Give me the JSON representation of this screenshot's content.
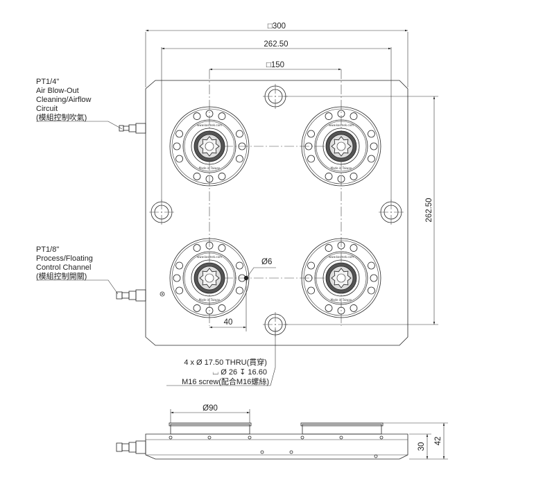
{
  "dimensions": {
    "overall_square": "□300",
    "bolt_spacing": "262.50",
    "module_spacing": "□150",
    "vertical_spacing": "262.50",
    "pin_diameter": "Ø6",
    "pin_offset": "40",
    "flange_diameter": "Ø90",
    "height_body": "30",
    "height_total": "42"
  },
  "callouts": {
    "air_blow": {
      "line1": "PT1/4\"",
      "line2": "Air Blow-Out",
      "line3": "Cleaning/Airflow",
      "line4": "Circuit",
      "line5": "(模組控制吹氣)"
    },
    "process": {
      "line1": "PT1/8\"",
      "line2": "Process/Floating",
      "line3": "Control Channel",
      "line4": "(模組控制開關)"
    },
    "mounting": {
      "line1": "4 x Ø 17.50 THRU(貫穿)",
      "line2": "⌴ Ø 26 ↧ 16.60",
      "line3": "M16 screw(配合M16螺絲)"
    }
  },
  "module_label": {
    "top": "www.kosmek.com",
    "bottom": "Made in Taiwan"
  }
}
